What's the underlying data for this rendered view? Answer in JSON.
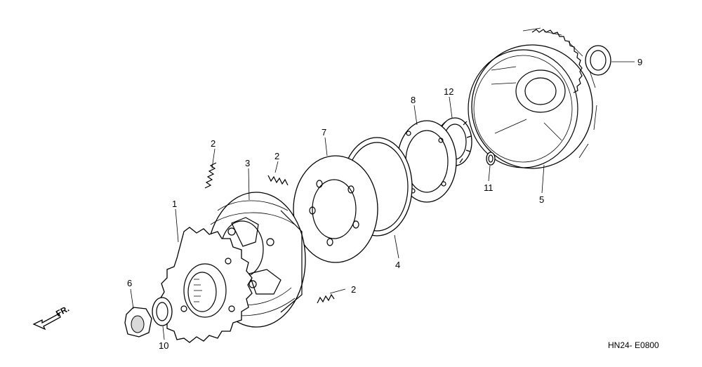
{
  "diagram": {
    "callouts": [
      {
        "id": "c1",
        "label": "1"
      },
      {
        "id": "c2a",
        "label": "2"
      },
      {
        "id": "c2b",
        "label": "2"
      },
      {
        "id": "c2c",
        "label": "2"
      },
      {
        "id": "c3",
        "label": "3"
      },
      {
        "id": "c4",
        "label": "4"
      },
      {
        "id": "c5",
        "label": "5"
      },
      {
        "id": "c6",
        "label": "6"
      },
      {
        "id": "c7",
        "label": "7"
      },
      {
        "id": "c8",
        "label": "8"
      },
      {
        "id": "c9",
        "label": "9"
      },
      {
        "id": "c10",
        "label": "10"
      },
      {
        "id": "c11",
        "label": "11"
      },
      {
        "id": "c12",
        "label": "12"
      }
    ],
    "front_arrow_label": "FR.",
    "drawing_code": "HN24- E0800"
  }
}
